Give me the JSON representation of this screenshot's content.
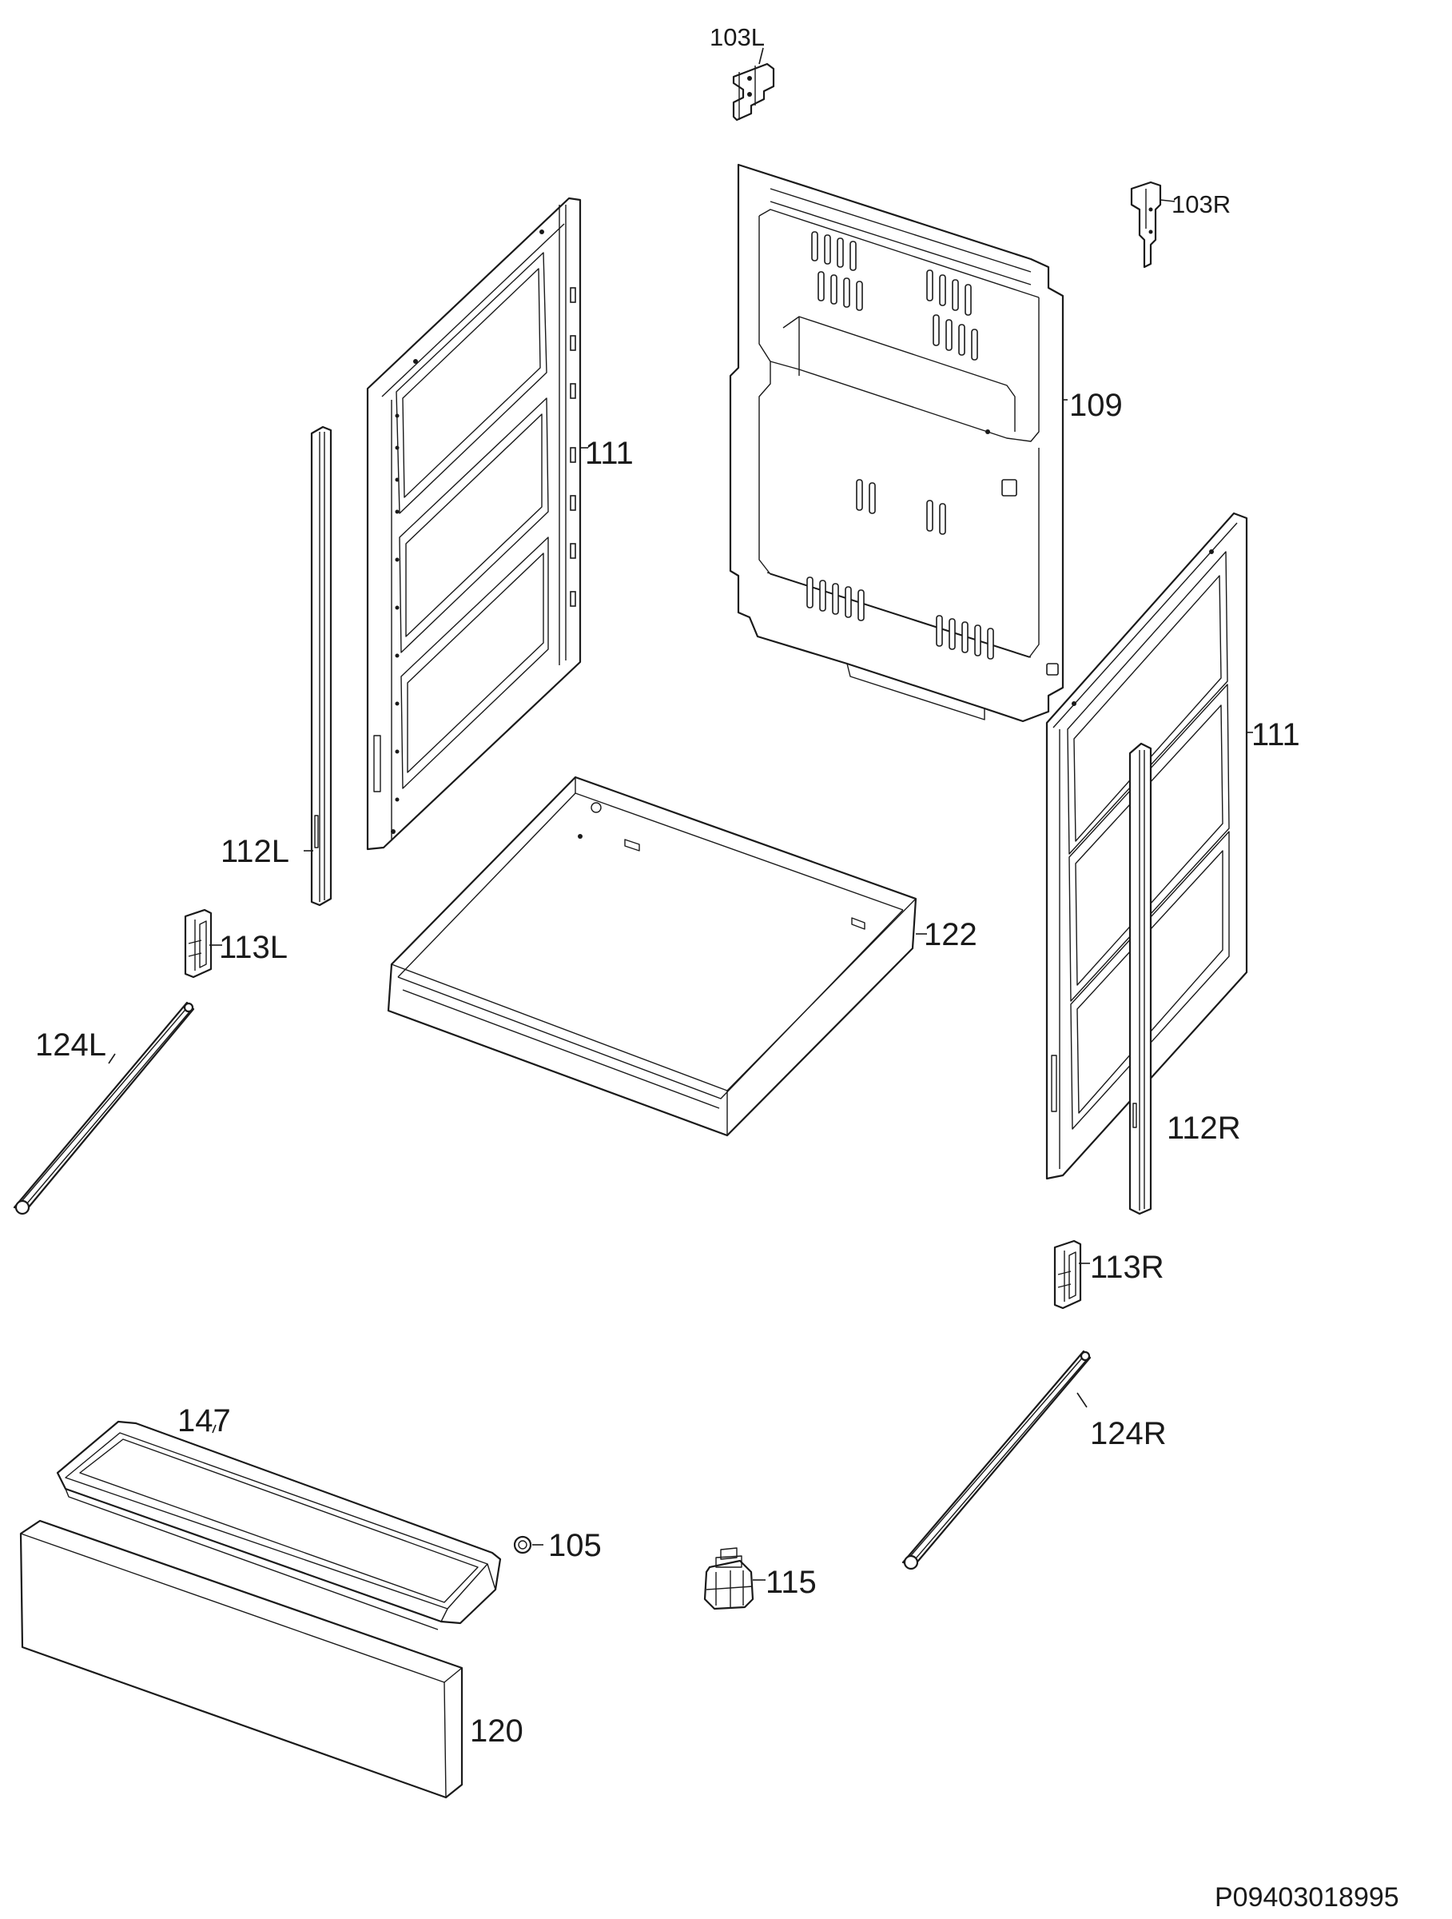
{
  "labels": {
    "bracket_left": "103L",
    "bracket_right": "103R",
    "back_panel": "109",
    "side_panel_left": "111",
    "side_panel_right": "111",
    "rail_left": "112L",
    "rail_right": "112R",
    "hinge_left": "113L",
    "hinge_right": "113R",
    "bottom_tray": "122",
    "slide_left": "124L",
    "slide_right": "124R",
    "drawer_tray": "147",
    "screw": "105",
    "foot": "115",
    "drawer_front": "120"
  },
  "document_id": "P09403018995"
}
